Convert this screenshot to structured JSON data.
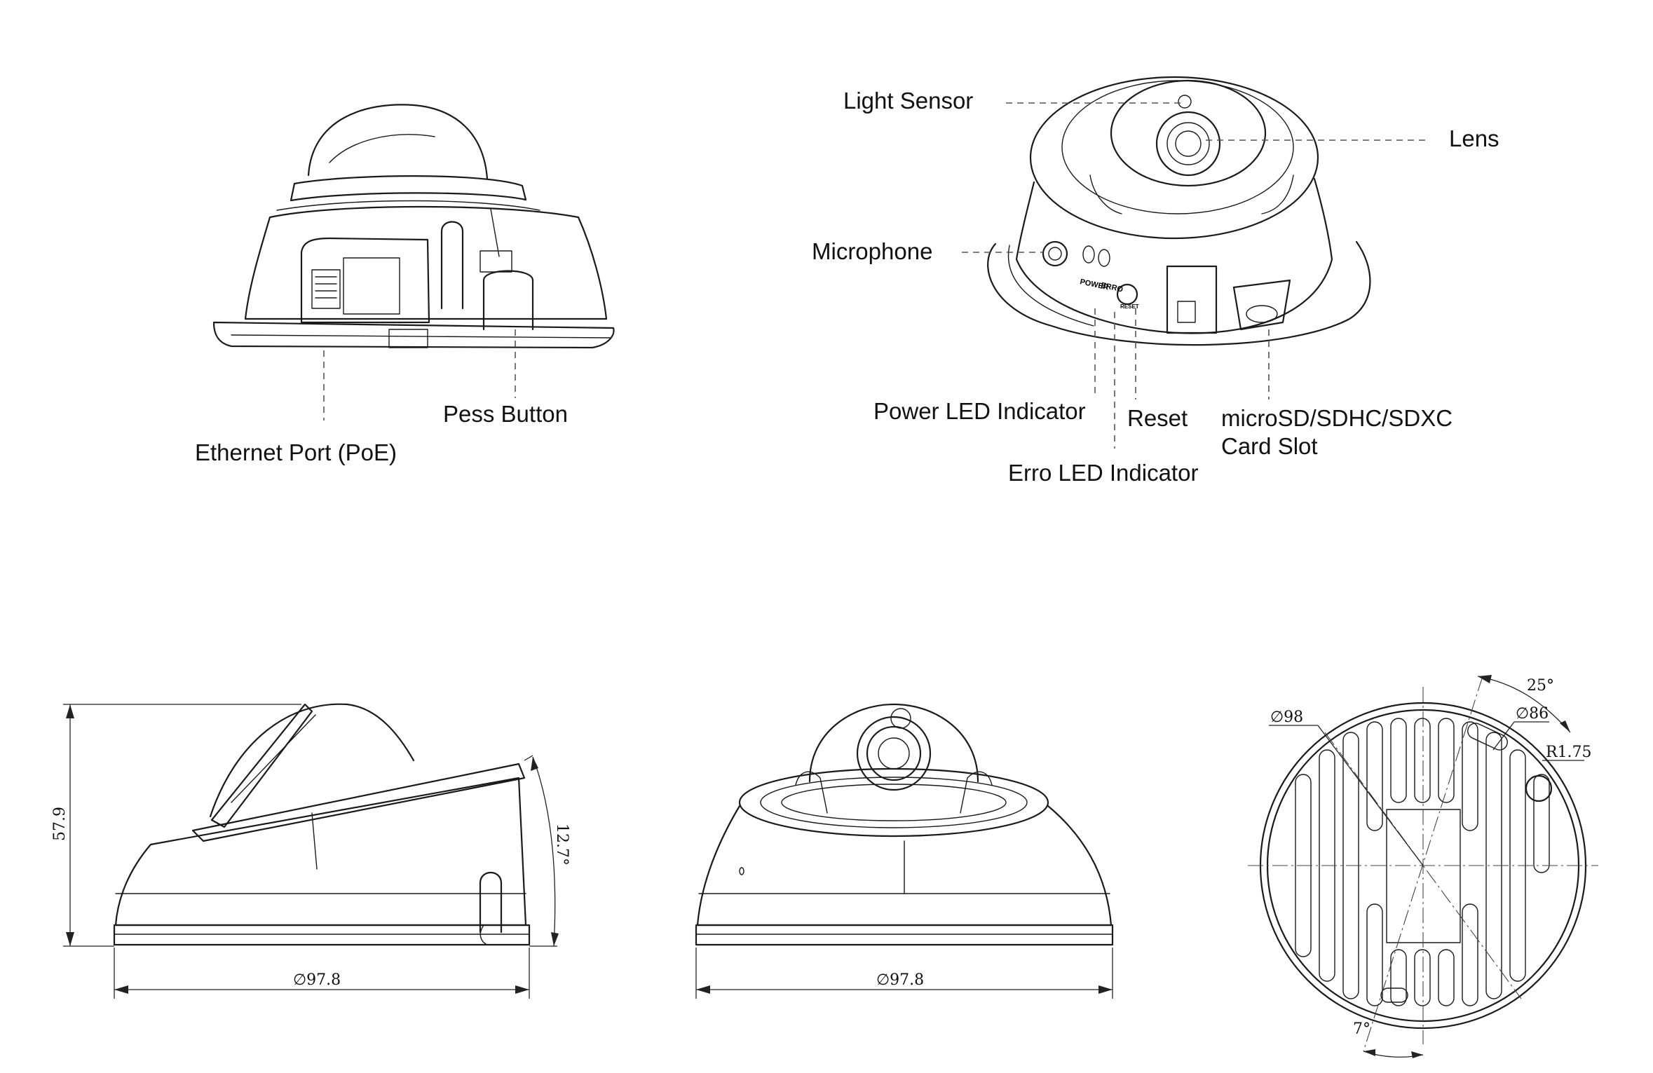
{
  "callouts": {
    "ethernet_port": "Ethernet Port (PoE)",
    "press_button": "Pess Button",
    "light_sensor": "Light Sensor",
    "lens": "Lens",
    "microphone": "Microphone",
    "power_led": "Power LED Indicator",
    "reset": "Reset",
    "error_led": "Erro LED Indicator",
    "sd_slot_line1": "microSD/SDHC/SDXC",
    "sd_slot_line2": "Card Slot"
  },
  "panel_labels": {
    "power": "POWER",
    "erro": "ERRO",
    "reset": "RESET"
  },
  "dimensions": {
    "height": "57.9",
    "tilt": "12.7°",
    "side_diameter": "∅97.8",
    "front_diameter": "∅97.8",
    "base_outer_diameter": "∅98",
    "base_hole_circle": "∅86",
    "slot_radius": "R1.75",
    "angle_top": "25°",
    "angle_bottom": "7°"
  }
}
